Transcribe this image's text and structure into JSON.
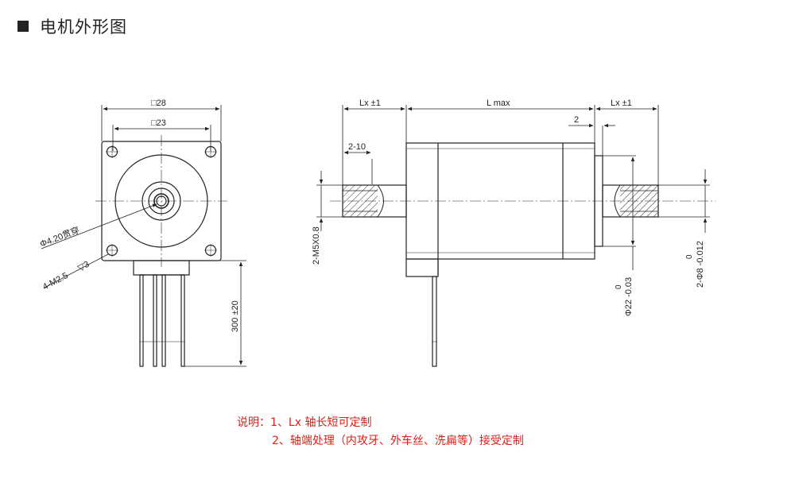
{
  "title": "电机外形图",
  "front_view": {
    "outer_square": "□28",
    "hole_square": "□23",
    "shaft_hole": "Φ4.20贯穿",
    "mount_holes": "4-M2.5",
    "mount_depth": "▽3",
    "lead_length": "300 ±20"
  },
  "side_view": {
    "lx_left": "Lx ±1",
    "l_max": "L max",
    "lx_right": "Lx ±1",
    "thread_depth": "2-10",
    "thread": "2-M5X0.8",
    "flange_step": "2",
    "boss_dia_zero": "0",
    "boss_dia": "Φ22 -0.03",
    "shaft_dia_zero": "0",
    "shaft_dia": "2-Φ8 -0.012"
  },
  "notes": {
    "line1": "说明：1、Lx 轴长短可定制",
    "line2": "2、轴端处理（内攻牙、外车丝、洗扁等）接受定制"
  }
}
